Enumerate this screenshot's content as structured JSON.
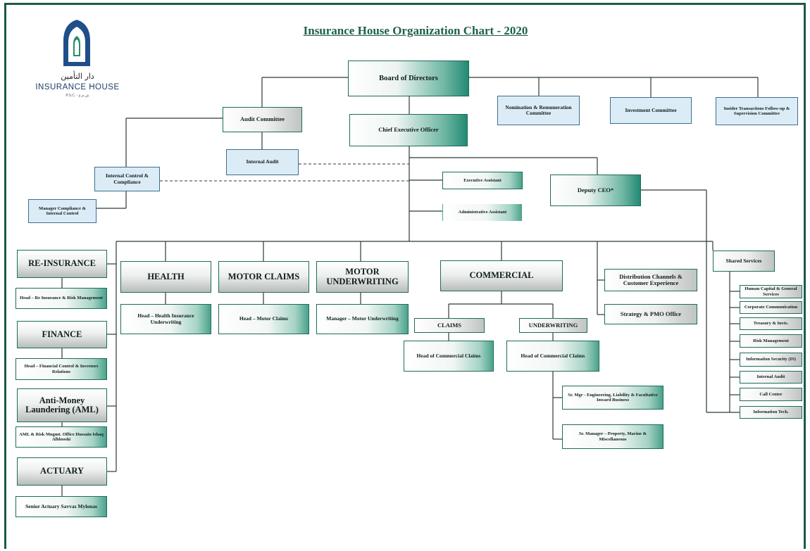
{
  "title": "Insurance House Organization Chart - 2020",
  "logo": {
    "arabic": "دار التأمين",
    "name": "INSURANCE HOUSE",
    "sub": "P.S.C. - ش.م.ع"
  },
  "colors": {
    "frame": "#1d5a4a",
    "accent": "#238a73",
    "title": "#1e5f4e",
    "light_blue": "#dcecf7"
  },
  "governance": {
    "board": "Board of Directors",
    "nomination": "Nomination & Remuneration Committee",
    "investment": "Investment Committee",
    "insider": "Insider Transactions Follow-up & Supervision Committee",
    "audit_committee": "Audit Committee",
    "internal_audit": "Internal Audit",
    "internal_control": "Internal Control & Compliance",
    "manager_compliance": "Manager Compliance & Internal Control"
  },
  "executive": {
    "ceo": "Chief Executive Officer",
    "executive_assistant": "Executive Assistant",
    "admin_assistant": "Administrative Assistant",
    "deputy_ceo": "Deputy CEO*"
  },
  "left_column": {
    "reinsurance": "RE-INSURANCE",
    "reinsurance_head": "Head – Re Insurance & Risk Management",
    "finance": "FINANCE",
    "finance_head": "Head – Financial Control & Investors Relations",
    "aml": "Anti-Money Laundering (AML)",
    "aml_head": "AML & Risk Mngmt. Office Hussain Ishaq Alblooshi",
    "actuary": "ACTUARY",
    "actuary_head": "Senior Actuary Savvas Mylonas"
  },
  "divisions": {
    "health": "HEALTH",
    "health_head": "Head – Health Insurance Underwriting",
    "motor_claims": "MOTOR CLAIMS",
    "motor_claims_head": "Head – Motor Claims",
    "motor_uw": "MOTOR UNDERWRITING",
    "motor_uw_head": "Manager – Motor Underwriting",
    "commercial": "COMMERCIAL",
    "claims": "CLAIMS",
    "underwriting": "UNDERWRITING",
    "head_comm_claims_1": "Head of Commercial Claims",
    "head_comm_claims_2": "Head of Commercial Claims",
    "sr_mgr_eng": "Sr. Mgr - Engineering, Liability & Facultative Inward Business",
    "sr_mgr_prop": "Sr. Manager – Property, Marine & Miscellaneous",
    "distribution": "Distribution Channels & Customer Experience",
    "strategy": "Strategy & PMO Office"
  },
  "shared_services": {
    "label": "Shared Services",
    "items": [
      "Human Capital & General Services",
      "Corporate Communication",
      "Treasury & Invts.",
      "Risk Management",
      "Information Security (IS)",
      "Internal Audit",
      "Call Center",
      "Information Tech."
    ]
  }
}
